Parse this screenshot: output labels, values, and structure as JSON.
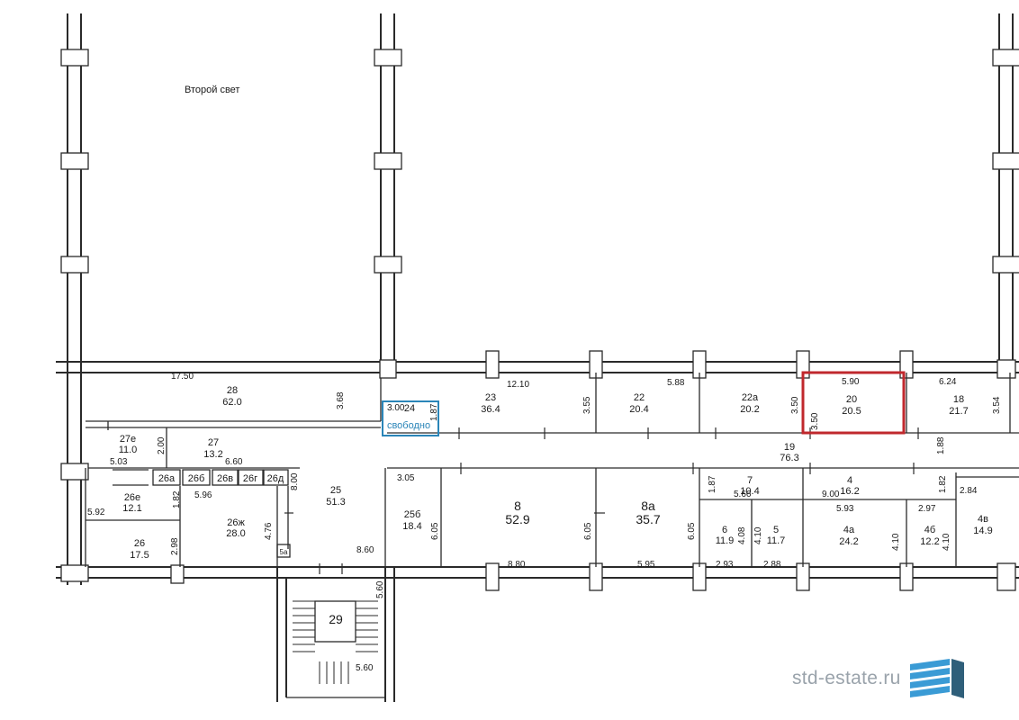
{
  "plan": {
    "second_light_label": "Второй свет",
    "free_label": "свободно",
    "rooms": [
      {
        "id": "28",
        "num": "28",
        "area": "62.0"
      },
      {
        "id": "27e",
        "num": "27е",
        "area": "11.0"
      },
      {
        "id": "27",
        "num": "27",
        "area": "13.2"
      },
      {
        "id": "26a",
        "num": "26а",
        "area": ""
      },
      {
        "id": "26b",
        "num": "26б",
        "area": ""
      },
      {
        "id": "26v",
        "num": "26в",
        "area": ""
      },
      {
        "id": "26g",
        "num": "26г",
        "area": ""
      },
      {
        "id": "26d",
        "num": "26д",
        "area": ""
      },
      {
        "id": "26e",
        "num": "26е",
        "area": "12.1"
      },
      {
        "id": "26zh",
        "num": "26ж",
        "area": "28.0"
      },
      {
        "id": "26",
        "num": "26",
        "area": "17.5"
      },
      {
        "id": "25",
        "num": "25",
        "area": "51.3"
      },
      {
        "id": "25b",
        "num": "25б",
        "area": "18.4"
      },
      {
        "id": "24",
        "num": "24",
        "area": ""
      },
      {
        "id": "23",
        "num": "23",
        "area": "36.4"
      },
      {
        "id": "22",
        "num": "22",
        "area": "20.4"
      },
      {
        "id": "22a",
        "num": "22а",
        "area": "20.2"
      },
      {
        "id": "20",
        "num": "20",
        "area": "20.5"
      },
      {
        "id": "18",
        "num": "18",
        "area": "21.7"
      },
      {
        "id": "19",
        "num": "19",
        "area": "76.3"
      },
      {
        "id": "8",
        "num": "8",
        "area": "52.9"
      },
      {
        "id": "8a",
        "num": "8а",
        "area": "35.7"
      },
      {
        "id": "7",
        "num": "7",
        "area": "10.4"
      },
      {
        "id": "6",
        "num": "6",
        "area": "11.9"
      },
      {
        "id": "5",
        "num": "5",
        "area": "11.7"
      },
      {
        "id": "4",
        "num": "4",
        "area": "16.2"
      },
      {
        "id": "4a",
        "num": "4а",
        "area": "24.2"
      },
      {
        "id": "4b",
        "num": "4б",
        "area": "12.2"
      },
      {
        "id": "4v",
        "num": "4в",
        "area": "14.9"
      },
      {
        "id": "29",
        "num": "29",
        "area": ""
      },
      {
        "id": "5a",
        "num": "5а",
        "area": ""
      }
    ],
    "dimensions": [
      "17.50",
      "3.68",
      "3.00",
      "1.87",
      "12.10",
      "3.55",
      "5.88",
      "3.50",
      "5.90",
      "3.50",
      "6.24",
      "3.54",
      "2.00",
      "5.03",
      "6.60",
      "1.82",
      "5.96",
      "5.92",
      "2.98",
      "4.76",
      "8.00",
      "3.05",
      "6.05",
      "8.60",
      "6.05",
      "6.05",
      "8.80",
      "5.95",
      "1.88",
      "1.87",
      "5.66",
      "9.00",
      "5.93",
      "1.82",
      "2.84",
      "2.97",
      "4.08",
      "4.10",
      "4.10",
      "4.10",
      "2.93",
      "2.88",
      "5.60",
      "5.60"
    ]
  },
  "watermark": {
    "text": "std-estate.ru",
    "color": "#9aa3ab",
    "logo_color": "#3a9bd5"
  },
  "highlight_color": "#c0282d",
  "free_color": "#2a85b8"
}
